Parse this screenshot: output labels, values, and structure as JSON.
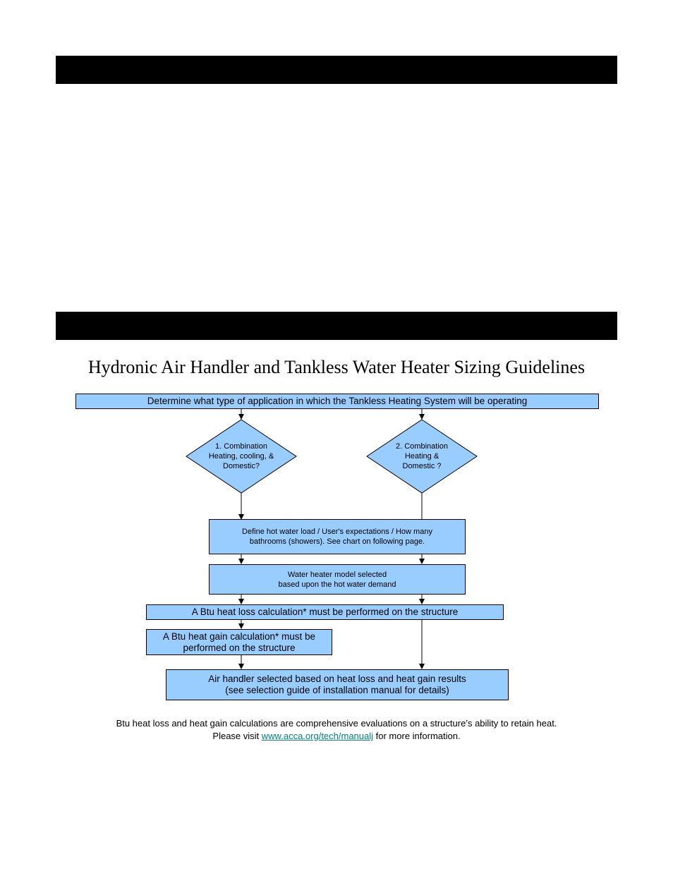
{
  "heading": "Hydronic Air Handler and Tankless Water Heater Sizing Guidelines",
  "flowchart": {
    "start": "Determine what type of application in which the Tankless Heating System will be operating",
    "decision_1": [
      "1. Combination",
      "Heating, cooling, &",
      "Domestic?"
    ],
    "decision_2": [
      "2. Combination",
      "Heating &",
      "Domestic ?"
    ],
    "define_load": [
      "Define hot water load / User's expectations / How many",
      "bathrooms (showers). See chart on following page."
    ],
    "model_selected": [
      "Water heater model selected",
      "based upon the hot water demand"
    ],
    "heat_loss": "A Btu heat loss calculation* must be performed on the structure",
    "heat_gain": [
      "A Btu heat gain calculation* must be",
      "performed on the structure"
    ],
    "air_handler": [
      "Air handler selected based on heat loss and heat gain results",
      "(see selection guide of installation manual for details)"
    ]
  },
  "footnote": {
    "line1": "Btu heat loss and heat gain calculations are comprehensive evaluations on a structure’s ability to retain heat.",
    "line2_before": "Please visit ",
    "link_text": "www.acca.org/tech/manualj",
    "line2_after": " for more information."
  },
  "colors": {
    "box_fill": "#99ccff",
    "bar": "#000000",
    "link": "#008080"
  }
}
